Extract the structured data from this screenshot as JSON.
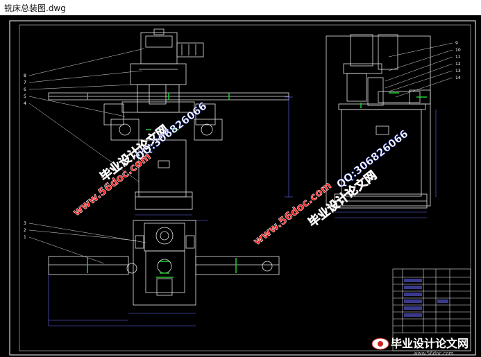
{
  "window": {
    "title": "铣床总装图.dwg"
  },
  "colors": {
    "background": "#000000",
    "frame": "#ffffff",
    "part": "#e8e8e8",
    "accent_green": "#22cc33",
    "dim": "#6a6aff",
    "watermark_red": "#dd1111",
    "watermark_blue": "#2233aa"
  },
  "watermarks": {
    "brand": "毕业设计论文网",
    "qq": "QQ:306826066",
    "site": "www.56doc.com"
  },
  "footer_logo": {
    "text": "毕业设计论文网",
    "url": "www.56doc.com"
  },
  "leader_labels": {
    "front_view": [
      "8",
      "7",
      "6",
      "5",
      "4"
    ],
    "side_view": [
      "9",
      "10",
      "11",
      "12",
      "13",
      "14"
    ],
    "top_view": [
      "3",
      "2",
      "1"
    ]
  },
  "title_block": {
    "rows": 10
  }
}
